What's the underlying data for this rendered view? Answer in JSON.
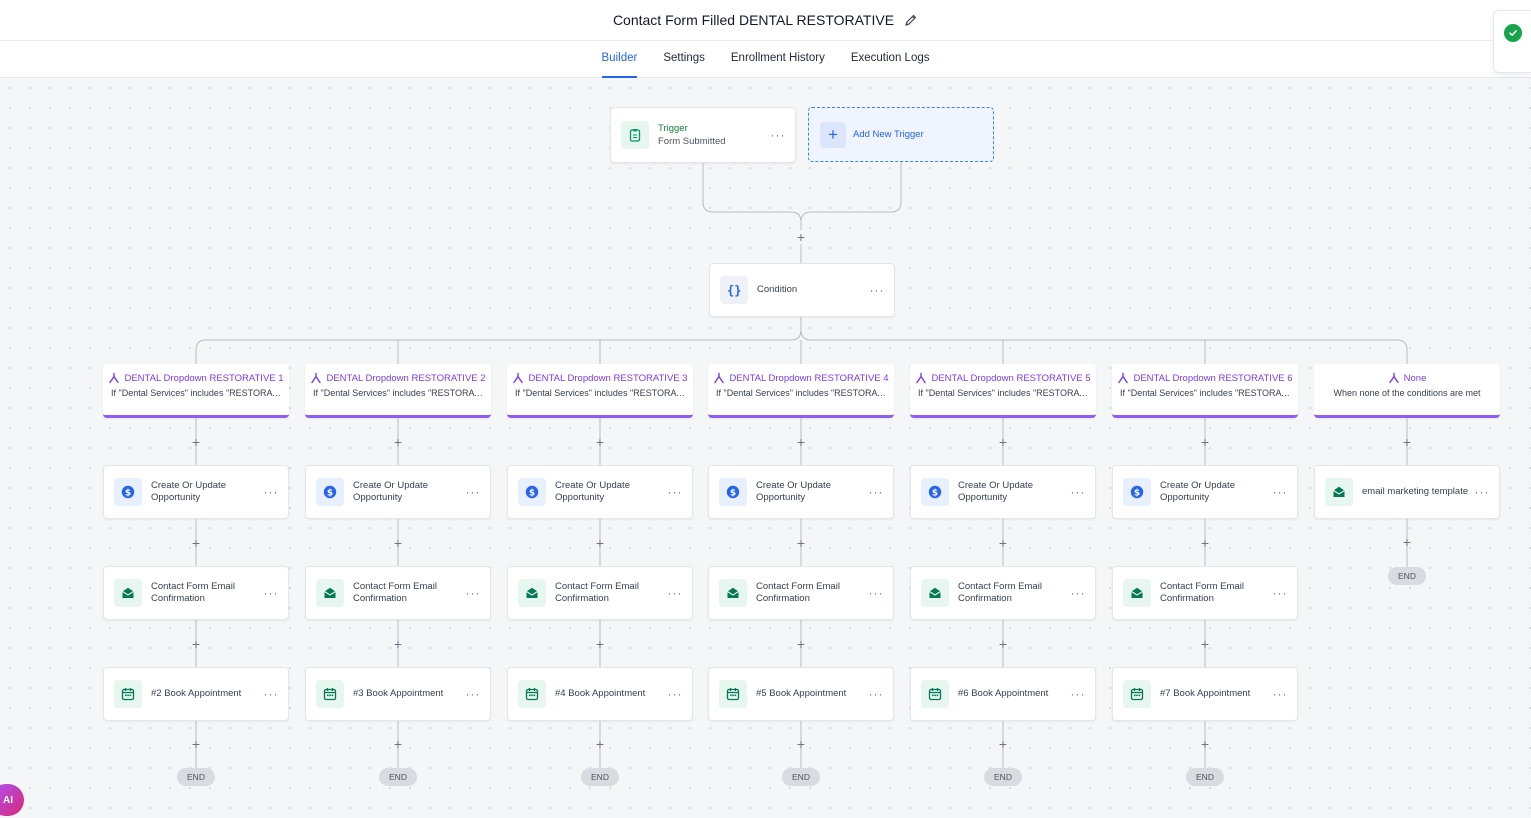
{
  "header": {
    "title": "Contact Form Filled DENTAL RESTORATIVE",
    "edit_icon": "pencil-icon",
    "tabs": [
      "Builder",
      "Settings",
      "Enrollment History",
      "Execution Logs"
    ],
    "active_tab": "Builder",
    "status_icon": "check-circle-icon"
  },
  "trigger": {
    "title": "Trigger",
    "subtitle": "Form Submitted",
    "icon": "clipboard-icon"
  },
  "add_trigger": {
    "label": "Add New Trigger"
  },
  "condition": {
    "label": "Condition",
    "icon": "braces-icon"
  },
  "branches": [
    {
      "title": "DENTAL Dropdown RESTORATIVE 1",
      "desc": "If \"Dental Services\" includes \"RESTORATIVE\"",
      "steps": [
        "Create Or Update Opportunity",
        "Contact Form Email Confirmation",
        "#2 Book Appointment"
      ]
    },
    {
      "title": "DENTAL Dropdown RESTORATIVE 2",
      "desc": "If \"Dental Services\" includes \"RESTORATIVE\"",
      "steps": [
        "Create Or Update Opportunity",
        "Contact Form Email Confirmation",
        "#3 Book Appointment"
      ]
    },
    {
      "title": "DENTAL Dropdown RESTORATIVE 3",
      "desc": "If \"Dental Services\" includes \"RESTORATIVE\"",
      "steps": [
        "Create Or Update Opportunity",
        "Contact Form Email Confirmation",
        "#4 Book Appointment"
      ]
    },
    {
      "title": "DENTAL Dropdown RESTORATIVE 4",
      "desc": "If \"Dental Services\" includes \"RESTORATIVE\"",
      "steps": [
        "Create Or Update Opportunity",
        "Contact Form Email Confirmation",
        "#5 Book Appointment"
      ]
    },
    {
      "title": "DENTAL Dropdown RESTORATIVE 5",
      "desc": "If \"Dental Services\" includes \"RESTORATIVE\"",
      "steps": [
        "Create Or Update Opportunity",
        "Contact Form Email Confirmation",
        "#6 Book Appointment"
      ]
    },
    {
      "title": "DENTAL Dropdown RESTORATIVE 6",
      "desc": "If \"Dental Services\" includes \"RESTORATIVE\"",
      "steps": [
        "Create Or Update Opportunity",
        "Contact Form Email Confirmation",
        "#7 Book Appointment"
      ]
    },
    {
      "title": "None",
      "desc": "When none of the conditions are met",
      "steps": [
        "email marketing template"
      ]
    }
  ],
  "step_icons": [
    "dollar-icon",
    "email-icon",
    "calendar-icon"
  ],
  "end_label": "END",
  "plus_symbol": "+",
  "menu_symbol": "···",
  "ai_button": "AI",
  "colors": {
    "accent": "#2563eb",
    "branch": "#8b5cf6",
    "success": "#16a34a"
  }
}
